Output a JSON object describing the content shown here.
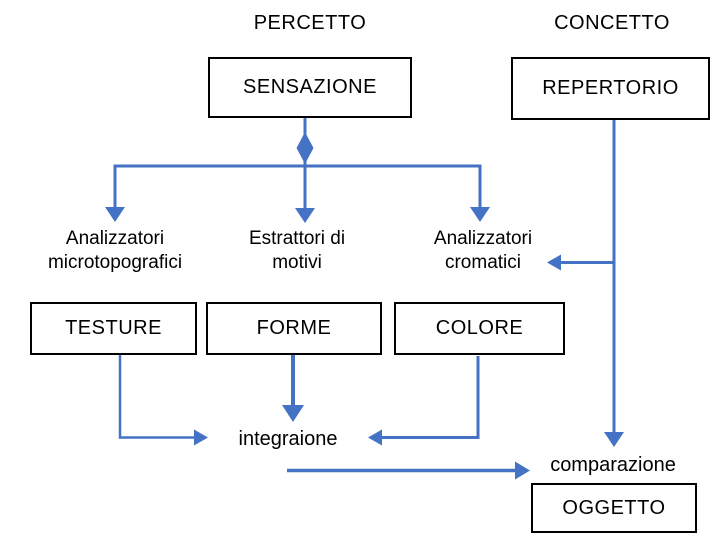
{
  "colors": {
    "accent": "#4472C4",
    "box_border": "#000000",
    "background": "#ffffff",
    "text": "#000000"
  },
  "headers": {
    "percetto": "PERCETTO",
    "concetto": "CONCETTO"
  },
  "boxes": {
    "sensazione": "SENSAZIONE",
    "repertorio": "REPERTORIO",
    "testure": "TESTURE",
    "forme": "FORME",
    "colore": "COLORE",
    "oggetto": "OGGETTO"
  },
  "labels": {
    "analizzatori_micro": {
      "line1": "Analizzatori",
      "line2": "microtopografici"
    },
    "estrattori": {
      "line1": "Estrattori di",
      "line2": "motivi"
    },
    "analizzatori_crom": {
      "line1": "Analizzatori",
      "line2": "cromatici"
    },
    "integraione": "integraione",
    "comparazione": "comparazione"
  }
}
